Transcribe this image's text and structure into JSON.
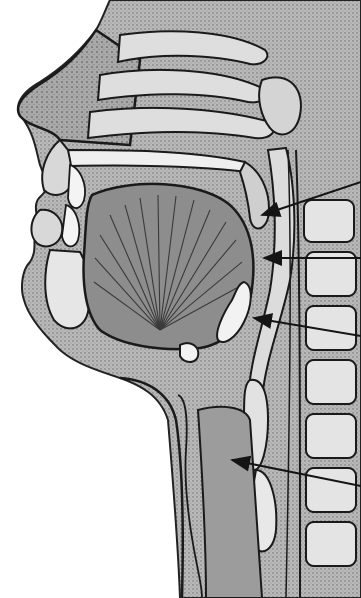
{
  "figure": {
    "kind": "sagittal section of head and neck (engraving)",
    "structures": [
      "nose",
      "nasal-cavity",
      "lips",
      "teeth",
      "hard-palate",
      "soft-palate",
      "tongue",
      "oral-cavity",
      "pharynx",
      "epiglottis",
      "larynx",
      "trachea",
      "cervical-vertebrae",
      "spinal-canal"
    ],
    "pointers": [
      {
        "id": "arrow-soft-palate",
        "target": "soft palate"
      },
      {
        "id": "arrow-oropharynx",
        "target": "oropharynx"
      },
      {
        "id": "arrow-epiglottis",
        "target": "epiglottis"
      },
      {
        "id": "arrow-trachea",
        "target": "trachea"
      }
    ],
    "colors": {
      "ink": "#141414",
      "mid": "#8a8a8a",
      "tone": "#b4b4b4",
      "light": "#dcdcdc",
      "paper": "#ffffff"
    }
  }
}
